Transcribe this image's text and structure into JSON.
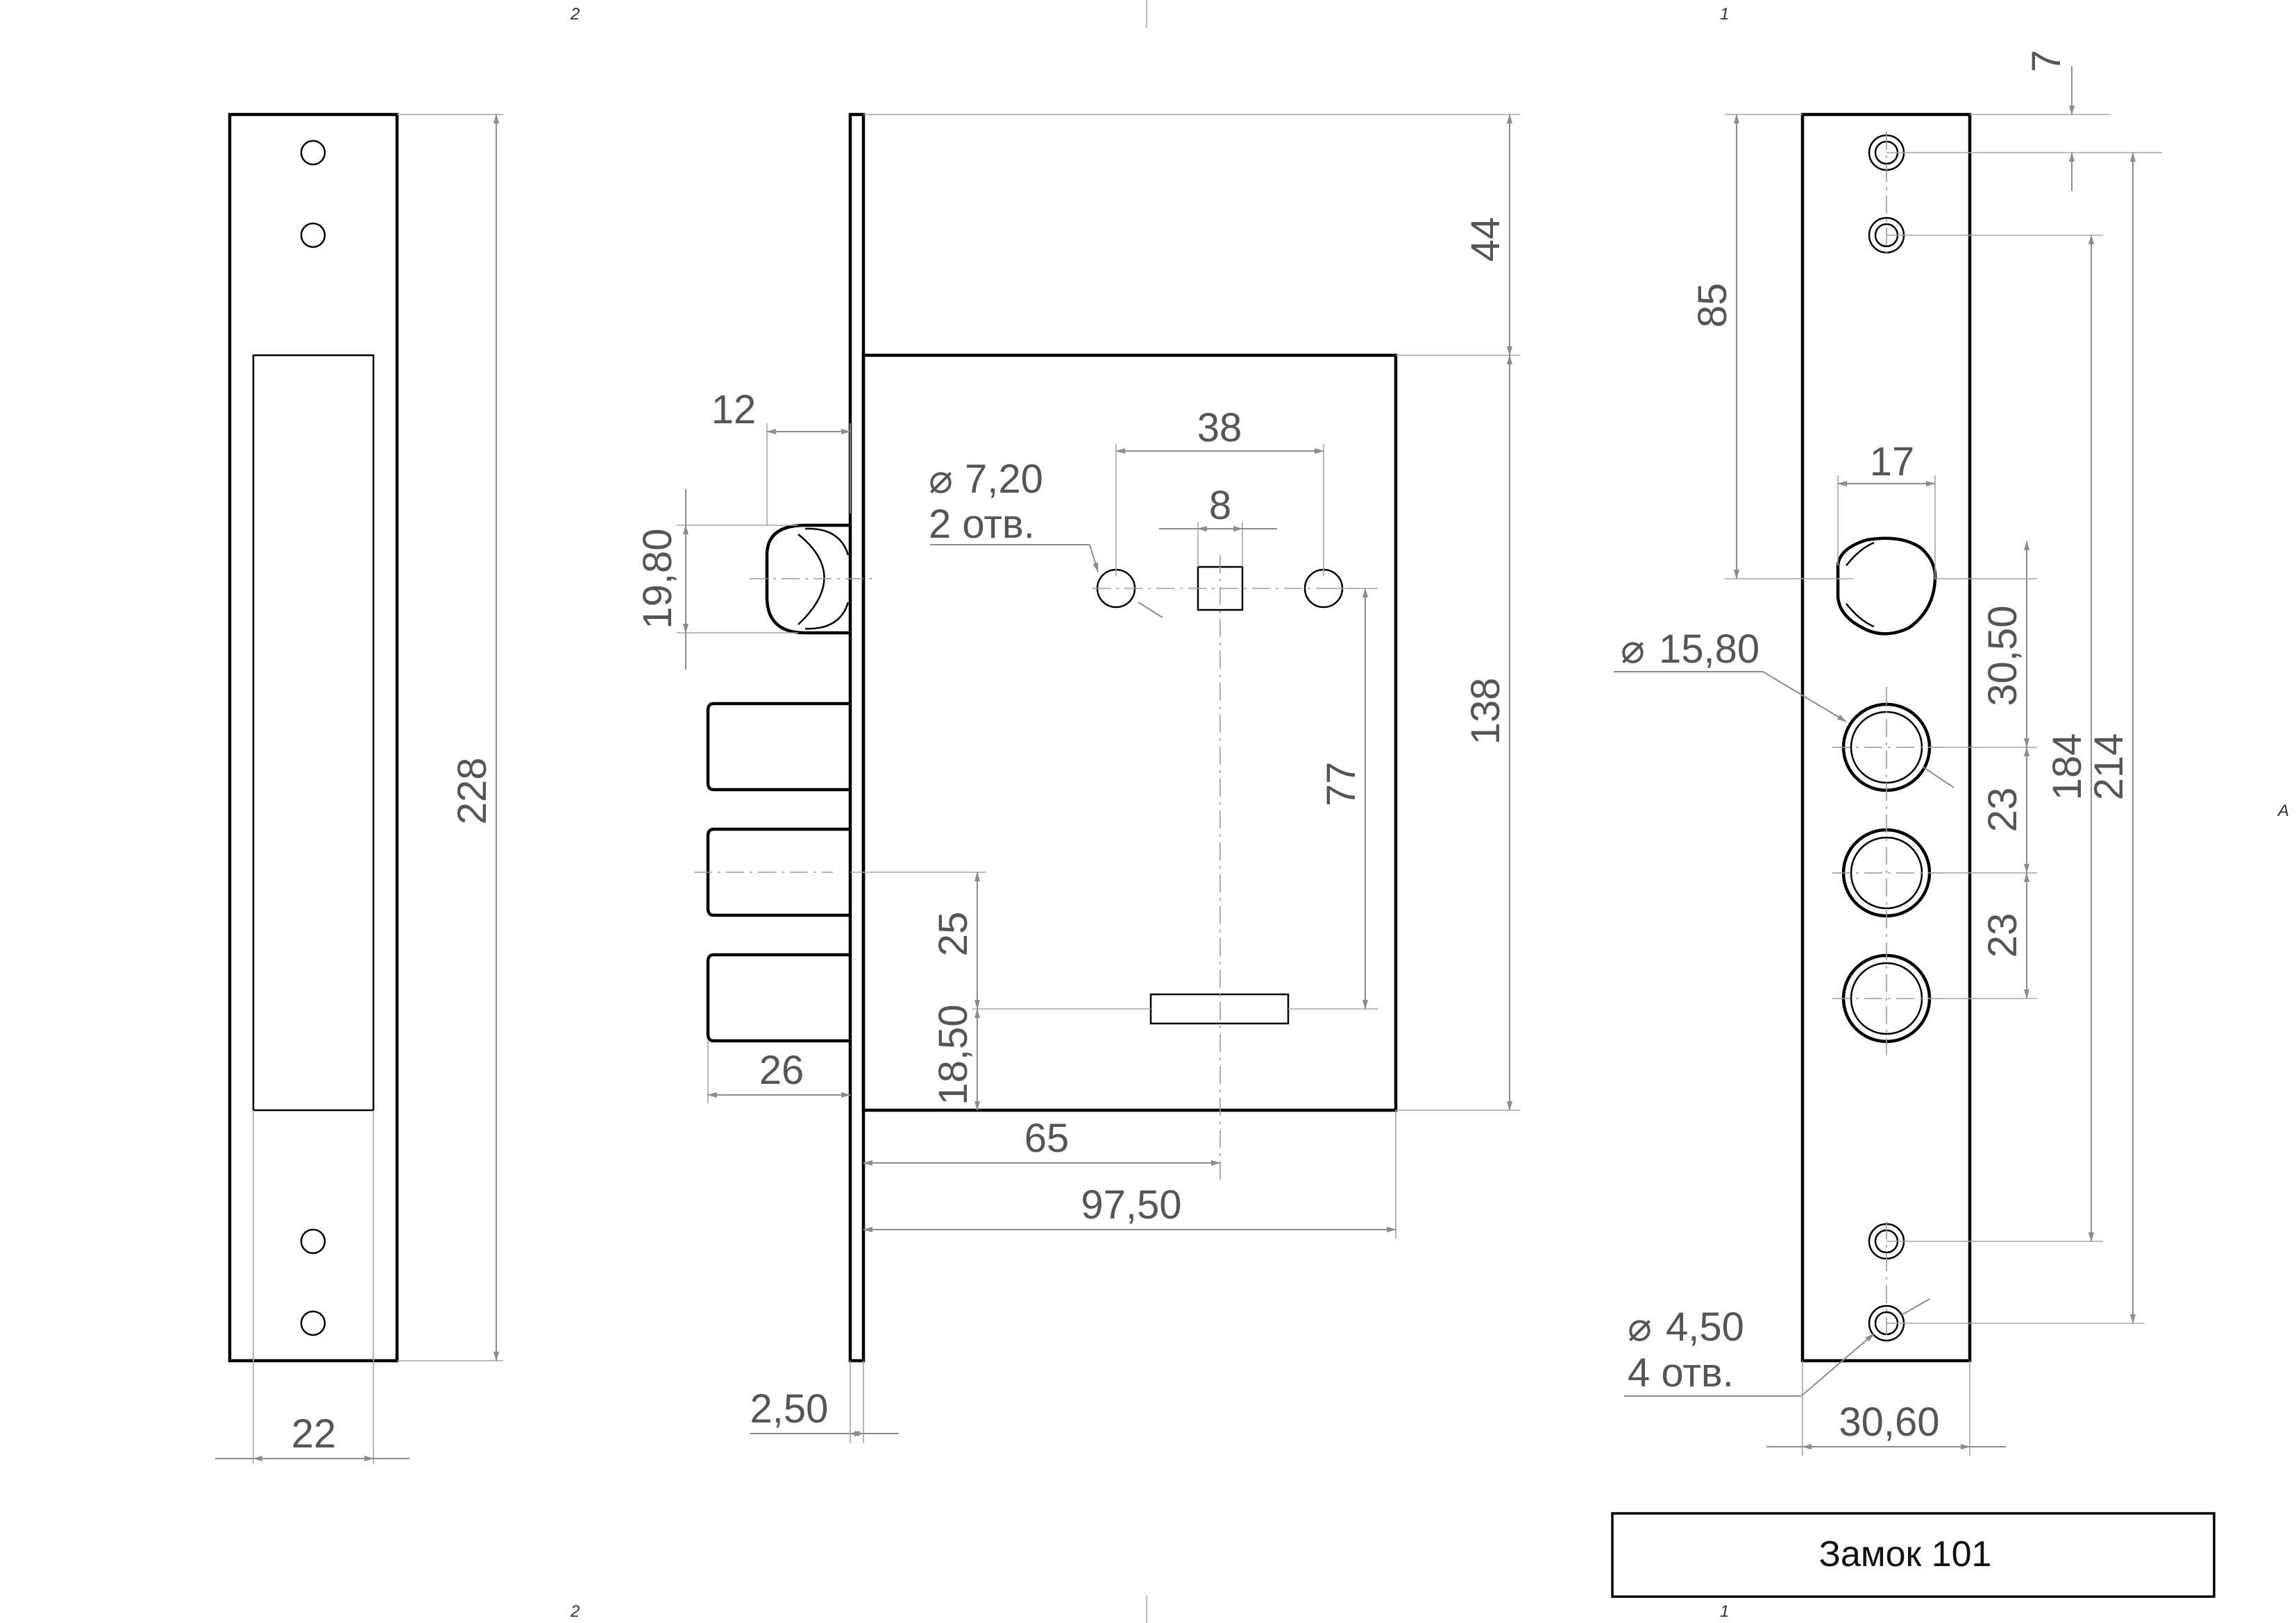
{
  "title_block": {
    "text": "Замок 101"
  },
  "zones": [
    "2",
    "1",
    "2",
    "1",
    "A"
  ],
  "strike_plate": {
    "dims": [
      "228",
      "22"
    ]
  },
  "lock_body": {
    "dims": [
      "12",
      "19,80",
      "26",
      "25",
      "18,50",
      "2,50",
      "38",
      "8",
      "77",
      "65",
      "97,50",
      "44",
      "138"
    ],
    "hole_note": {
      "diameter": "7,20",
      "count": "2 отв."
    }
  },
  "faceplate": {
    "dims": [
      "7",
      "85",
      "17",
      "30,50",
      "23",
      "23",
      "184",
      "214",
      "30,60"
    ],
    "cylinder_note": {
      "diameter": "15,80"
    },
    "screw_note": {
      "diameter": "4,50",
      "count": "4 отв."
    }
  }
}
